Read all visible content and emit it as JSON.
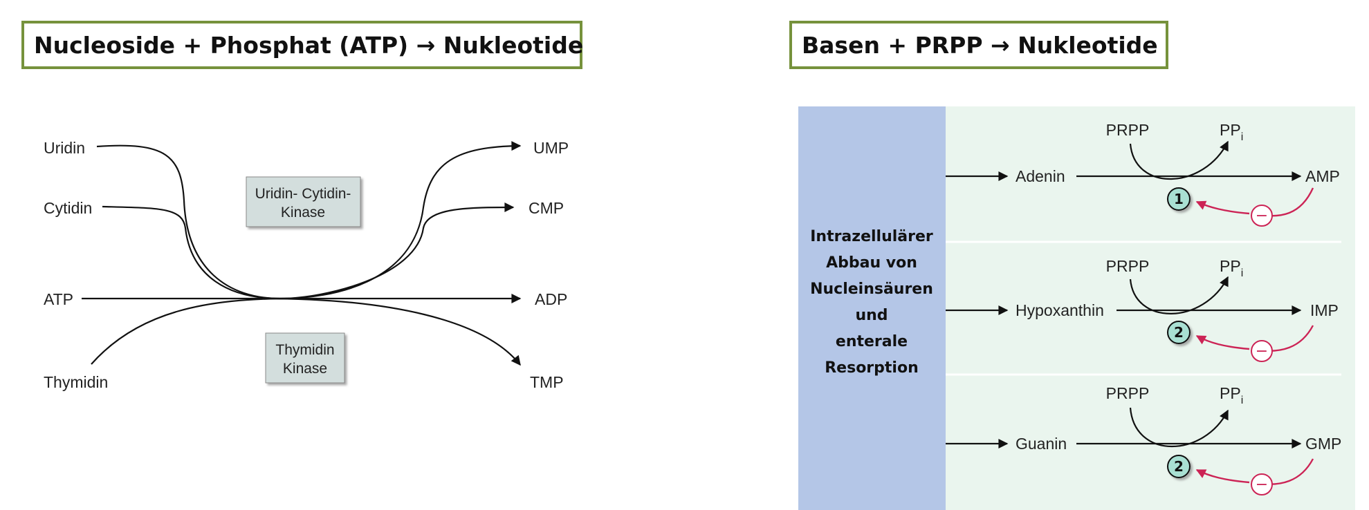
{
  "titles": {
    "left": "Nucleoside + Phosphat (ATP) → Nukleotide",
    "right": "Basen + PRPP → Nukleotide"
  },
  "left_diagram": {
    "inputs": [
      "Uridin",
      "Cytidin",
      "ATP",
      "Thymidin"
    ],
    "outputs": [
      "UMP",
      "CMP",
      "ADP",
      "TMP"
    ],
    "enzyme_1": [
      "Uridin- Cytidin-",
      "Kinase"
    ],
    "enzyme_2": [
      "Thymidin",
      "Kinase"
    ]
  },
  "right_diagram": {
    "side_label": [
      "Intrazellulärer",
      "Abbau von",
      "Nucleinsäuren",
      "und",
      "enterale",
      "Resorption"
    ],
    "cosubstrate": "PRPP",
    "byproduct": "PP",
    "byproduct_subscript": "i",
    "inhibition_symbol": "−",
    "rows": [
      {
        "base": "Adenin",
        "product": "AMP",
        "enzyme": "1"
      },
      {
        "base": "Hypoxanthin",
        "product": "IMP",
        "enzyme": "2"
      },
      {
        "base": "Guanin",
        "product": "GMP",
        "enzyme": "2"
      }
    ],
    "colors": {
      "side_panel": "#b4c6e7",
      "row_background": "#eaf5ee",
      "enzyme_circle": "#a9e0d3",
      "inhibition": "#cc2355"
    }
  }
}
